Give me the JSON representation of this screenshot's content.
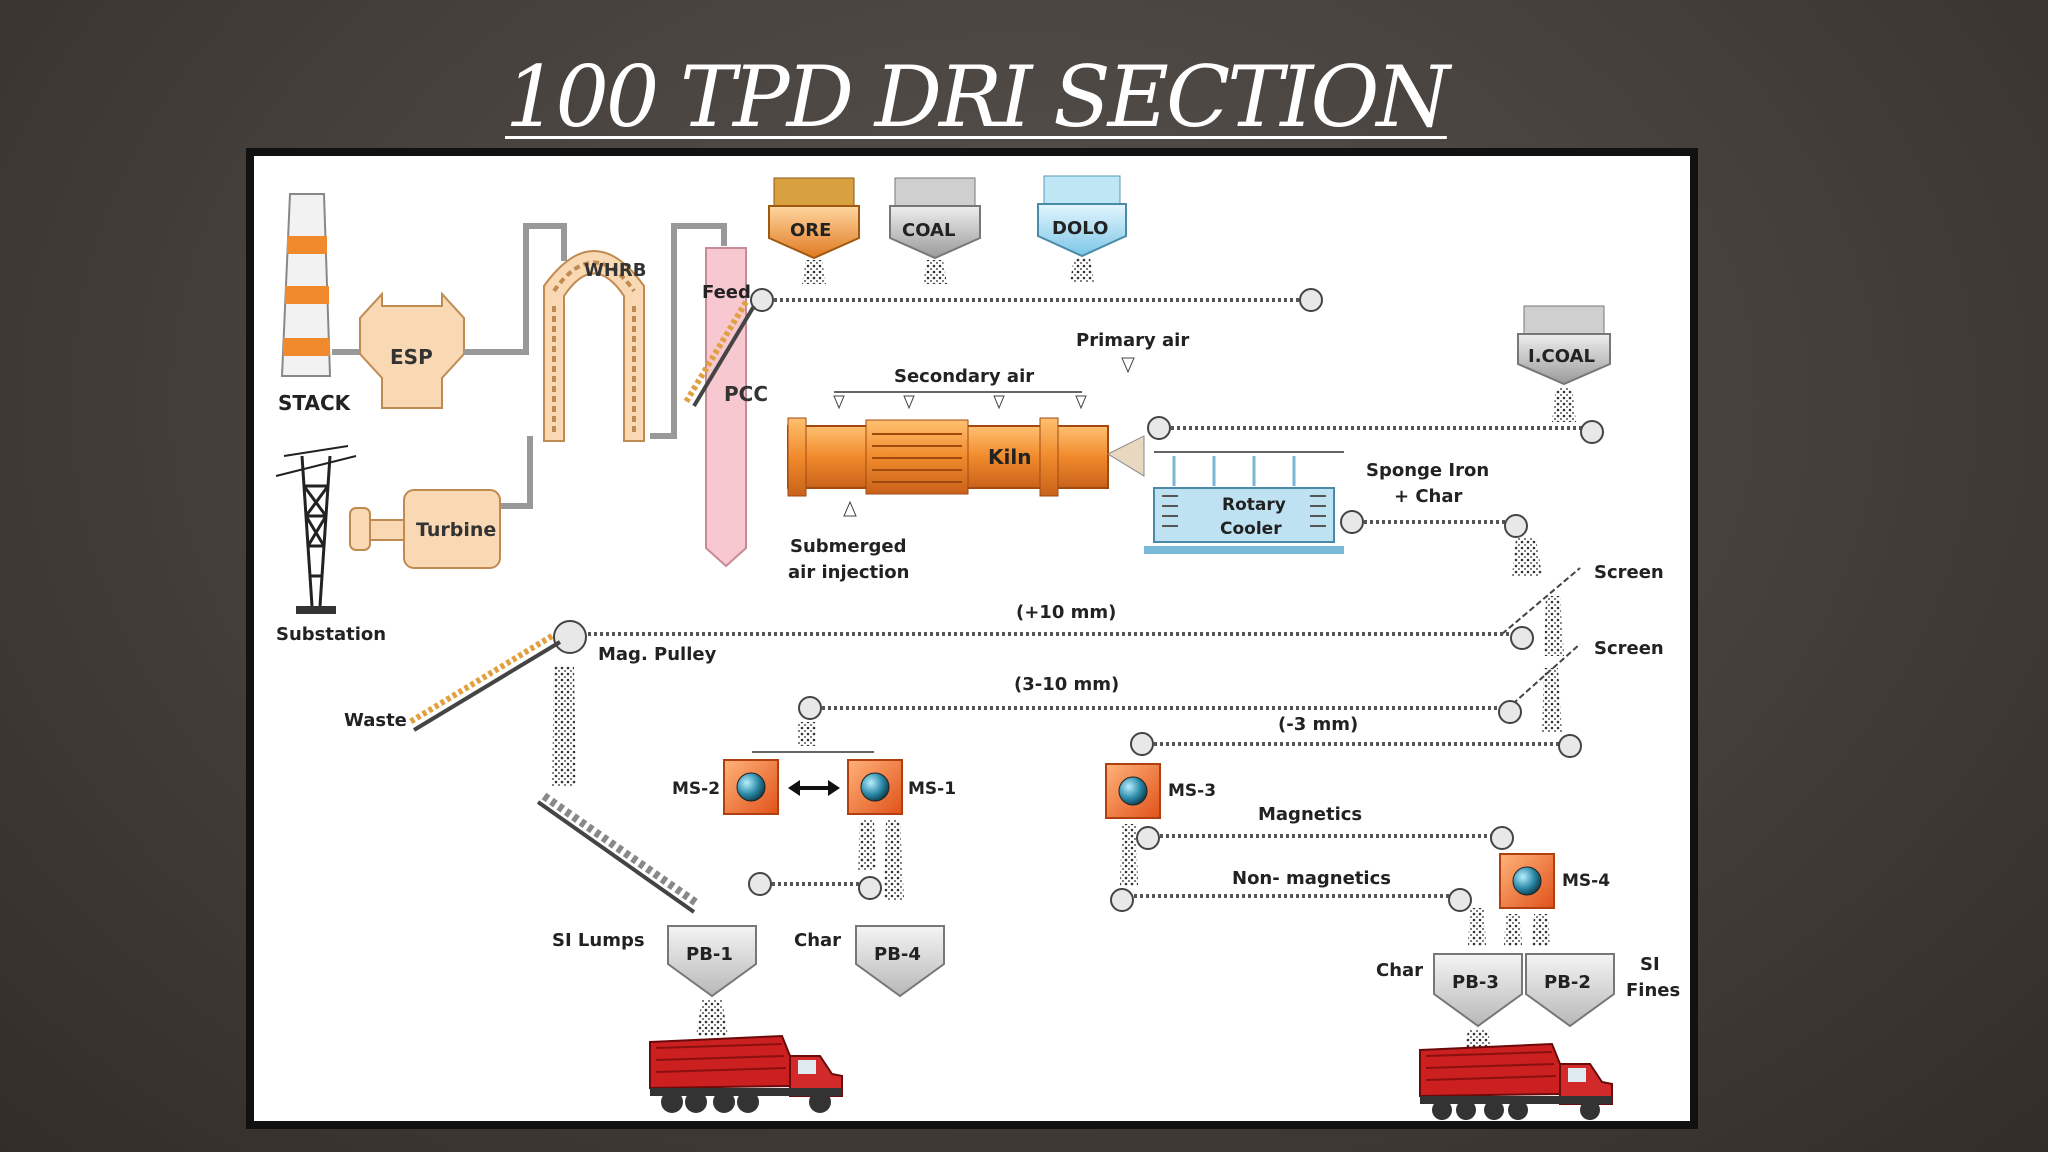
{
  "title": "100 TPD DRI SECTION",
  "labels": {
    "stack": "STACK",
    "esp": "ESP",
    "whrb": "WHRB",
    "pcc": "PCC",
    "turbine": "Turbine",
    "substation": "Substation",
    "ore": "ORE",
    "coal": "COAL",
    "dolo": "DOLO",
    "icoal": "I.COAL",
    "feed": "Feed",
    "primary_air": "Primary air",
    "secondary_air": "Secondary air",
    "kiln": "Kiln",
    "submerged_1": "Submerged",
    "submerged_2": "air injection",
    "rotary_1": "Rotary",
    "rotary_2": "Cooler",
    "sponge_1": "Sponge Iron",
    "sponge_2": "+ Char",
    "screen_1": "Screen",
    "screen_2": "Screen",
    "plus10": "(+10 mm)",
    "mag_pulley": "Mag. Pulley",
    "waste": "Waste",
    "mm3_10": "(3-10 mm)",
    "minus3": "(-3 mm)",
    "ms1": "MS-1",
    "ms2": "MS-2",
    "ms3": "MS-3",
    "ms4": "MS-4",
    "magnetics": "Magnetics",
    "non_magnetics": "Non- magnetics",
    "si_lumps": "SI Lumps",
    "char_1": "Char",
    "char_2": "Char",
    "pb1": "PB-1",
    "pb2": "PB-2",
    "pb3": "PB-3",
    "pb4": "PB-4",
    "si_fines_1": "SI",
    "si_fines_2": "Fines"
  },
  "colors": {
    "orange": "#f08a2c",
    "peach": "#f8d9b4",
    "pink": "#f7c8cf",
    "coal_grey": "#b5b5b5",
    "dolo_blue": "#9fd6ee",
    "truck_red": "#cc1f1f",
    "cooler_blue": "#bfe2f3"
  }
}
